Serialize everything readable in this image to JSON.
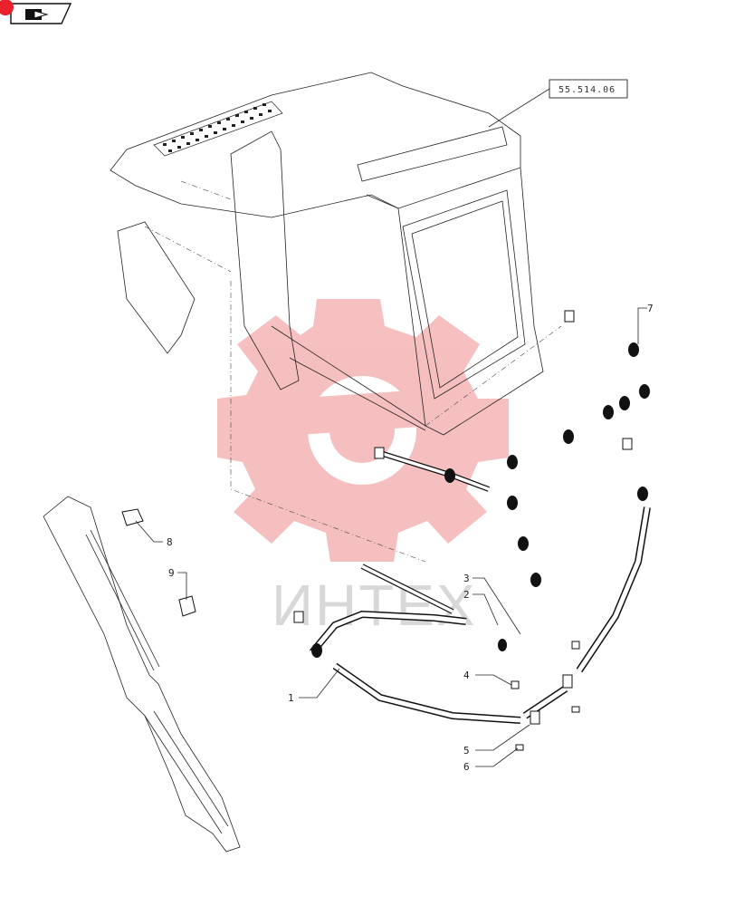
{
  "colors": {
    "watermark": "#f5b5b5",
    "watermark_text": "#d8d8d8",
    "nav_badge": "#e8212b"
  },
  "icons": {
    "nav": "book-arrow-icon",
    "watermark": "gear-logo-icon"
  },
  "watermark": {
    "text": "ИНТЕХ"
  },
  "reference_box": {
    "text": "55.514.06"
  },
  "callouts": [
    {
      "number": "1"
    },
    {
      "number": "2"
    },
    {
      "number": "3"
    },
    {
      "number": "4"
    },
    {
      "number": "5"
    },
    {
      "number": "6"
    },
    {
      "number": "7"
    },
    {
      "number": "8"
    },
    {
      "number": "9"
    }
  ]
}
